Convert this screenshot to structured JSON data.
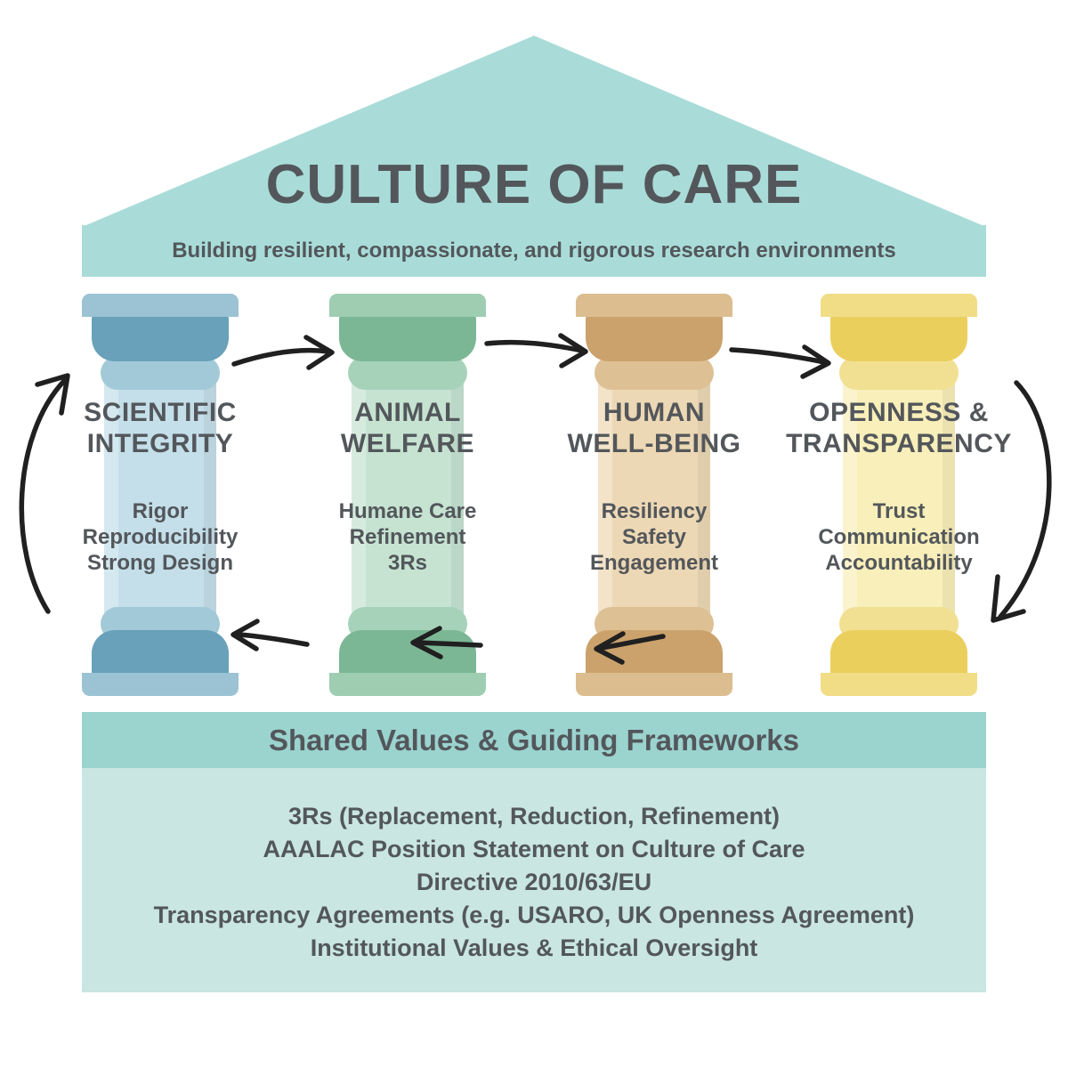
{
  "pediment": {
    "title": "CULTURE OF CARE",
    "subtitle": "Building resilient, compassionate, and rigorous research environments"
  },
  "pillars": [
    {
      "name": "Scientific Integrity",
      "title": "SCIENTIFIC\nINTEGRITY",
      "items": [
        "Rigor",
        "Reproducibility",
        "Strong Design"
      ],
      "colors": {
        "abacus": "#9bc3d3",
        "echinus": "#68a1b9",
        "capital": "#a2c9d8",
        "shaft": "#c4dfe9"
      }
    },
    {
      "name": "Animal Welfare",
      "title": "ANIMAL\nWELFARE",
      "items": [
        "Humane Care",
        "Refinement",
        "3Rs"
      ],
      "colors": {
        "abacus": "#9ecdb2",
        "echinus": "#7cb795",
        "capital": "#a6d2ba",
        "shaft": "#c6e3d2"
      }
    },
    {
      "name": "Human Well-Being",
      "title": "HUMAN\nWELL-BEING",
      "items": [
        "Resiliency",
        "Safety",
        "Engagement"
      ],
      "colors": {
        "abacus": "#dcbd90",
        "echinus": "#cba26c",
        "capital": "#dec095",
        "shaft": "#edd8b5"
      }
    },
    {
      "name": "Openness & Transparency",
      "title": "OPENNESS &\nTRANSPARENCY",
      "items": [
        "Trust",
        "Communication",
        "Accountability"
      ],
      "colors": {
        "abacus": "#f0dd86",
        "echinus": "#ebcf5d",
        "capital": "#f1e092",
        "shaft": "#f8efba"
      }
    }
  ],
  "base": {
    "header": "Shared Values & Guiding Frameworks",
    "items": [
      "3Rs (Replacement, Reduction, Refinement)",
      "AAALAC Position Statement on Culture of Care",
      "Directive 2010/63/EU",
      "Transparency Agreements (e.g. USARO, UK Openness Agreement)",
      "Institutional Values & Ethical Oversight"
    ]
  },
  "colors": {
    "pediment": "#a9dcd8",
    "base_header": "#9bd3cf",
    "base_body": "#c9e6e2",
    "text": "#53575b",
    "arrow": "#202020",
    "background": "#ffffff"
  }
}
